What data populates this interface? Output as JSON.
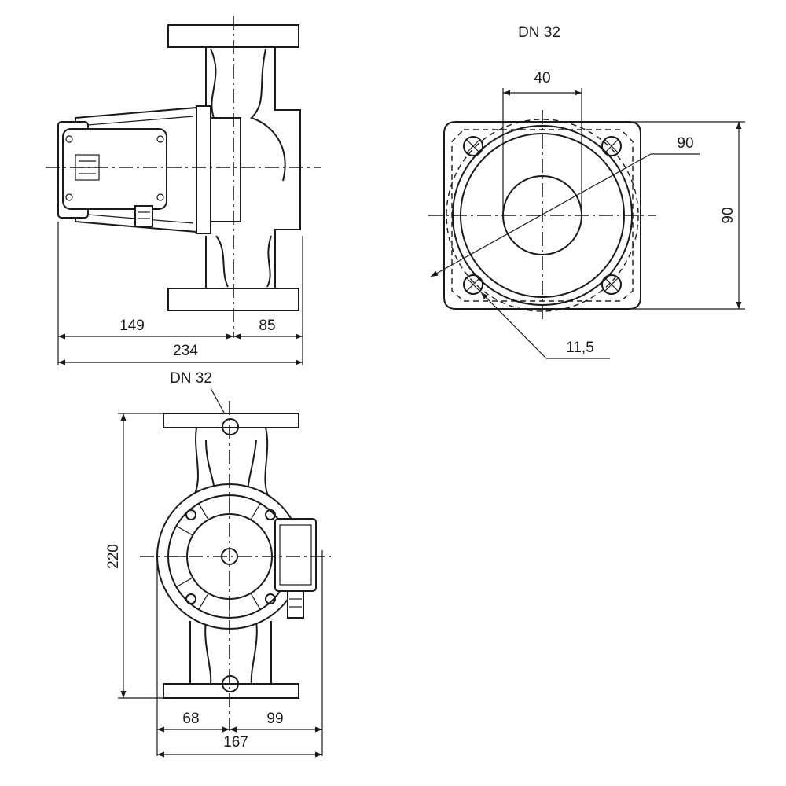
{
  "side_view": {
    "dim_motor_length": "149",
    "dim_flange_offset": "85",
    "dim_overall_length": "234"
  },
  "flange_view": {
    "title": "DN 32",
    "dim_bore": "40",
    "dim_bolt_circle": "90",
    "dim_bolt_spacing": "90",
    "dim_bolt_hole": "11,5"
  },
  "front_view": {
    "title": "DN 32",
    "dim_height": "220",
    "dim_left": "68",
    "dim_right": "99",
    "dim_width": "167"
  }
}
